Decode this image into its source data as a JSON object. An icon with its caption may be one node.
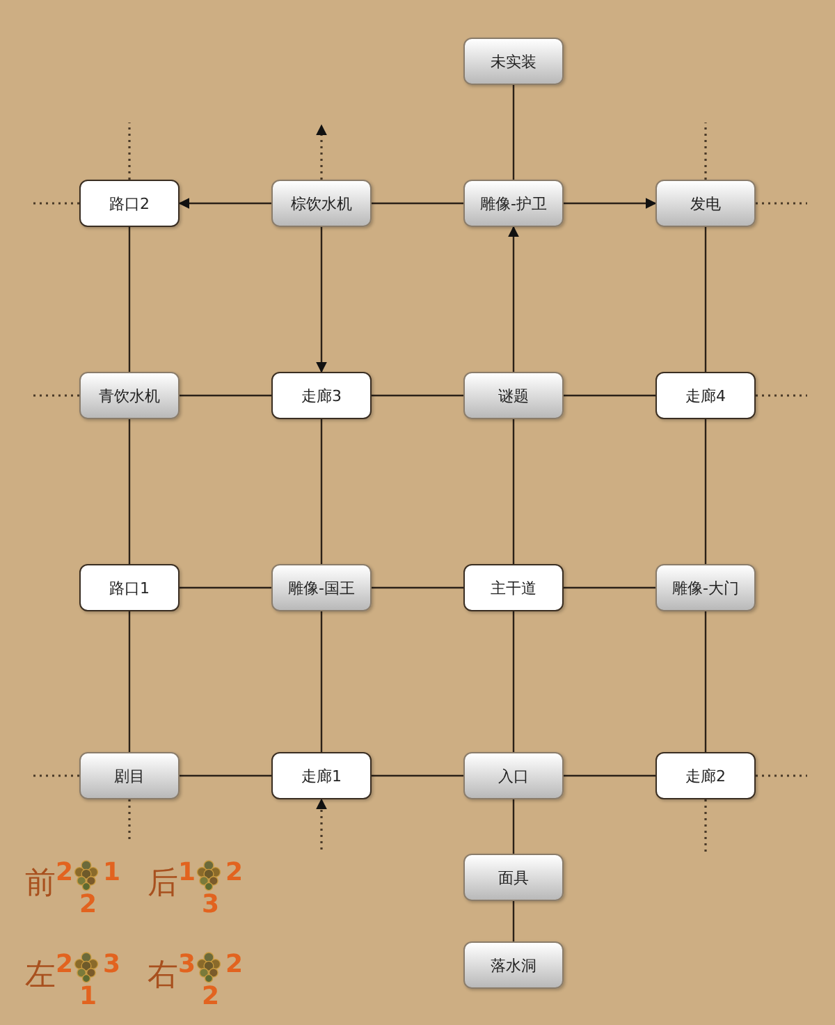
{
  "diagram": {
    "nodes": [
      {
        "text": [
          "未实装"
        ]
      },
      {
        "text": [
          "路口2"
        ]
      },
      {
        "text": [
          "棕饮水机"
        ]
      },
      {
        "text": [
          "雕像-护卫"
        ]
      },
      {
        "text": [
          "发电"
        ]
      },
      {
        "text": [
          "青饮水机"
        ]
      },
      {
        "text": [
          "走廊3"
        ]
      },
      {
        "text": [
          "谜题"
        ]
      },
      {
        "text": [
          "走廊4"
        ]
      },
      {
        "text": [
          "路口1"
        ]
      },
      {
        "text": [
          "雕像-国王"
        ]
      },
      {
        "text": [
          "主干道"
        ]
      },
      {
        "text": [
          "雕像-大门"
        ]
      },
      {
        "text": [
          "剧目"
        ]
      },
      {
        "text": [
          "走廊1"
        ]
      },
      {
        "text": [
          "入口"
        ]
      },
      {
        "text": [
          "走廊2"
        ]
      },
      {
        "text": [
          "面具"
        ]
      },
      {
        "text": [
          "落水洞"
        ]
      }
    ],
    "edges": [
      {
        "from": 0,
        "to": 3,
        "arrow": "none"
      },
      {
        "from": 2,
        "to": 1,
        "arrow": "to"
      },
      {
        "from": 2,
        "to": 3,
        "arrow": "none"
      },
      {
        "from": 3,
        "to": 4,
        "arrow": "to"
      },
      {
        "from": 1,
        "to": 5,
        "arrow": "none"
      },
      {
        "from": 2,
        "to": 6,
        "arrow": "to"
      },
      {
        "from": 7,
        "to": 3,
        "arrow": "to"
      },
      {
        "from": 4,
        "to": 8,
        "arrow": "none"
      },
      {
        "from": 5,
        "to": 6,
        "arrow": "none"
      },
      {
        "from": 6,
        "to": 7,
        "arrow": "none"
      },
      {
        "from": 7,
        "to": 8,
        "arrow": "none"
      },
      {
        "from": 5,
        "to": 9,
        "arrow": "none"
      },
      {
        "from": 6,
        "to": 10,
        "arrow": "none"
      },
      {
        "from": 7,
        "to": 11,
        "arrow": "none"
      },
      {
        "from": 8,
        "to": 12,
        "arrow": "none"
      },
      {
        "from": 9,
        "to": 10,
        "arrow": "none"
      },
      {
        "from": 10,
        "to": 11,
        "arrow": "none"
      },
      {
        "from": 11,
        "to": 12,
        "arrow": "none"
      },
      {
        "from": 9,
        "to": 13,
        "arrow": "none"
      },
      {
        "from": 10,
        "to": 14,
        "arrow": "none"
      },
      {
        "from": 11,
        "to": 15,
        "arrow": "none"
      },
      {
        "from": 12,
        "to": 16,
        "arrow": "none"
      },
      {
        "from": 13,
        "to": 14,
        "arrow": "none"
      },
      {
        "from": 14,
        "to": 15,
        "arrow": "none"
      },
      {
        "from": 15,
        "to": 16,
        "arrow": "none"
      },
      {
        "from": 15,
        "to": 17,
        "arrow": "none"
      },
      {
        "from": 17,
        "to": 18,
        "arrow": "none"
      },
      {
        "from": 1,
        "to": null,
        "arrow": "none",
        "style": "dashed"
      },
      {
        "from": 1,
        "to": null,
        "arrow": "none",
        "style": "dashed"
      },
      {
        "from": 2,
        "to": null,
        "arrow": "to",
        "style": "dashed"
      },
      {
        "from": 4,
        "to": null,
        "arrow": "none",
        "style": "dashed"
      },
      {
        "from": 4,
        "to": null,
        "arrow": "none",
        "style": "dashed"
      },
      {
        "from": 5,
        "to": null,
        "arrow": "none",
        "style": "dashed"
      },
      {
        "from": 8,
        "to": null,
        "arrow": "none",
        "style": "dashed"
      },
      {
        "from": 13,
        "to": null,
        "arrow": "none",
        "style": "dashed"
      },
      {
        "from": 13,
        "to": null,
        "arrow": "none",
        "style": "dashed"
      },
      {
        "from": null,
        "to": 14,
        "arrow": "to",
        "style": "dashed"
      },
      {
        "from": 16,
        "to": null,
        "arrow": "none",
        "style": "dashed"
      },
      {
        "from": 16,
        "to": null,
        "arrow": "none",
        "style": "dashed"
      }
    ],
    "labels": [
      "前",
      "2",
      "1",
      "2",
      "后",
      "1",
      "2",
      "3",
      "左",
      "2",
      "3",
      "1",
      "右",
      "3",
      "2",
      "2"
    ]
  }
}
